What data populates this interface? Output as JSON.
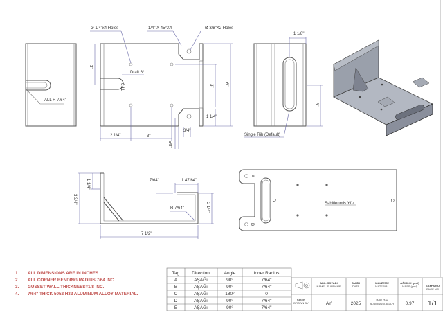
{
  "front_view": {
    "holes_quarter": "Ø 1/4\"x4 Holes",
    "chamfer": "1/4\" X 45°X4",
    "holes_three_eighths": "Ø 3/8\"X2 Holes",
    "draft": "Draft 6°",
    "offset": "0.11",
    "dim_3_left": "3\"",
    "dim_6": "6\"",
    "dim_3_right": "3\"",
    "dim_1_1_4": "1 1/4\"",
    "dim_2_1_4": "2 1/4\"",
    "dim_3_bottom": "3\"",
    "dim_5_8": "5/8\"",
    "dim_3_4": "3/4\""
  },
  "left_view": {
    "radius_note": "ALL R 7/64\""
  },
  "side_view": {
    "dim_1_1_8": "1 1/8\"",
    "dim_3": "3\"",
    "rib_note": "Single Rib (Default)"
  },
  "section_view": {
    "dim_1_1_4": "1 1/4\"",
    "dim_3_3_4": "3 3/4\"",
    "dim_7_64": "7/64\"",
    "dim_1_47_64": "1 47/64\"",
    "radius": "R 7/64\"",
    "dim_2_1_4": "2 1/4\"",
    "dim_7_1_2": "7 1/2\""
  },
  "flat_pattern": {
    "tag_a": "A",
    "tag_b": "B",
    "tag_c": "C",
    "tag_d": "D",
    "face_label": "Sabitlenmiş Yüz"
  },
  "notes": [
    {
      "num": "1.",
      "text": "ALL DIMENSIONS ARE IN INCHES"
    },
    {
      "num": "2.",
      "text": "ALL CORNER BENDING RADIUS 7/64 INC."
    },
    {
      "num": "3.",
      "text": "GUSSET WALL THICKNESS=1/8 INC."
    },
    {
      "num": "4.",
      "text": "7/64\" THICK 5052 H32 ALUMINUM ALLOY MATERIAL."
    }
  ],
  "bend_table": {
    "headers": [
      "Tag",
      "Direction",
      "Angle",
      "Inner Radius"
    ],
    "rows": [
      [
        "A",
        "AŞAĞı",
        "90°",
        "7/64\""
      ],
      [
        "B",
        "AŞAĞı",
        "90°",
        "7/64\""
      ],
      [
        "C",
        "AŞAĞı",
        "180°",
        "0"
      ],
      [
        "D",
        "AŞAĞı",
        "90°",
        "7/64\""
      ],
      [
        "E",
        "AŞAĞı",
        "90°",
        "7/64\""
      ]
    ]
  },
  "title_block": {
    "name_h1": "ADI - SOYADI",
    "name_h2": "NAME - SURNAME",
    "date_h1": "TARİH",
    "date_h2": "DATE",
    "mat_h1": "MALZEME",
    "mat_h2": "MATERIAL",
    "mass_h1": "AĞIRLIK (pnd)",
    "mass_h2": "MASS (pnd)",
    "page_h1": "SAYFA NO",
    "page_h2": "PAGE NR",
    "drawn_h1": "ÇİZEN",
    "drawn_h2": "DRAWN BY",
    "name": "AY",
    "date": "2025",
    "mat1": "5052 H32",
    "mat2": "ALUMINUM ALLOY",
    "mass": "0.97",
    "page": "1/1"
  },
  "colors": {
    "notes": "#c0504d",
    "dimension": "#6a6aa8",
    "part": "#8a8f9c"
  }
}
